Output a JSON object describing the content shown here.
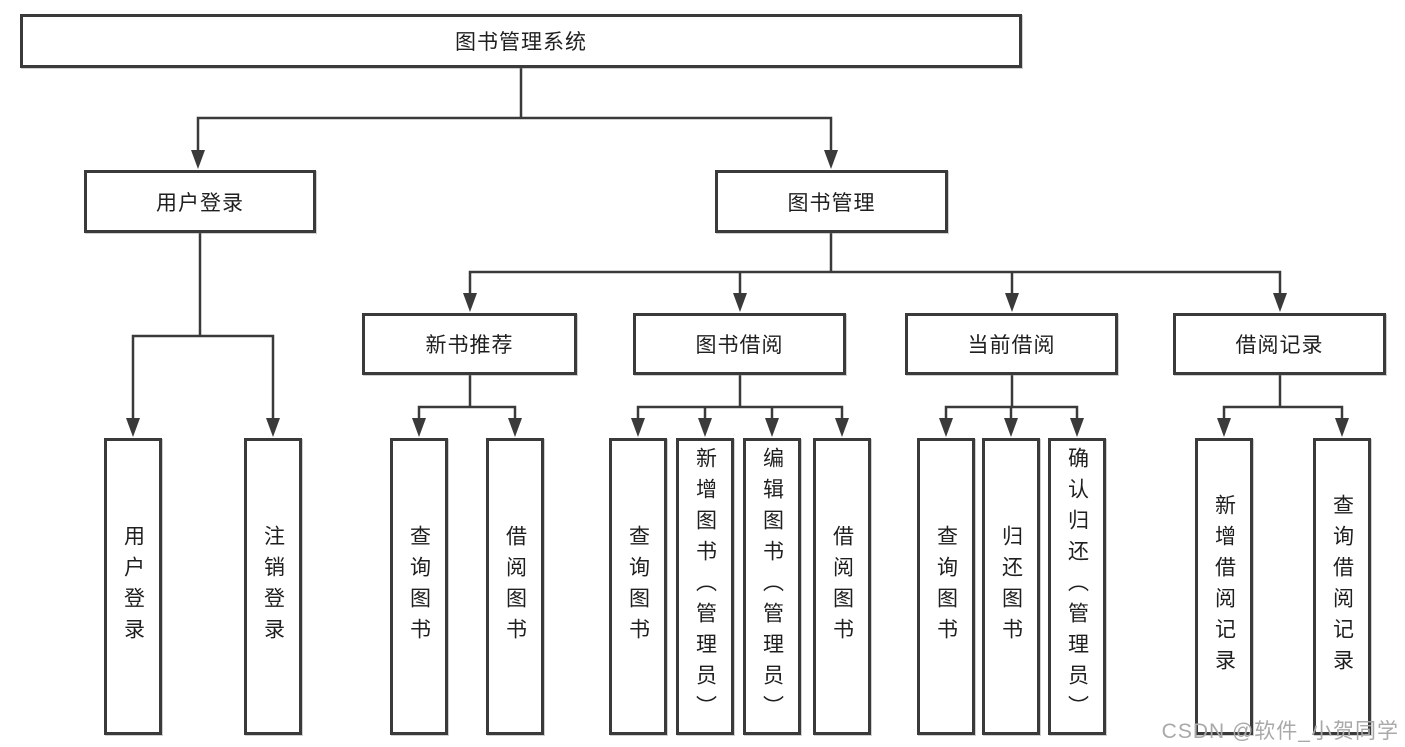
{
  "diagram": {
    "title": "图书管理系统",
    "branches": [
      {
        "label": "用户登录",
        "children": [
          {
            "label": "用户登录"
          },
          {
            "label": "注销登录"
          }
        ]
      },
      {
        "label": "图书管理",
        "children": [
          {
            "label": "新书推荐",
            "children": [
              {
                "label": "查询图书"
              },
              {
                "label": "借阅图书"
              }
            ]
          },
          {
            "label": "图书借阅",
            "children": [
              {
                "label": "查询图书"
              },
              {
                "label": "新增图书（管理员）"
              },
              {
                "label": "编辑图书（管理员）"
              },
              {
                "label": "借阅图书"
              }
            ]
          },
          {
            "label": "当前借阅",
            "children": [
              {
                "label": "查询图书"
              },
              {
                "label": "归还图书"
              },
              {
                "label": "确认归还（管理员）"
              }
            ]
          },
          {
            "label": "借阅记录",
            "children": [
              {
                "label": "新增借阅记录"
              },
              {
                "label": "查询借阅记录"
              }
            ]
          }
        ]
      }
    ]
  },
  "watermark": "CSDN @软件_小贺同学",
  "colors": {
    "line": "#3a3a3a",
    "box_border": "#3a3a3a",
    "text": "#1f1f1f",
    "watermark": "#a9a9a9",
    "background": "#ffffff"
  }
}
